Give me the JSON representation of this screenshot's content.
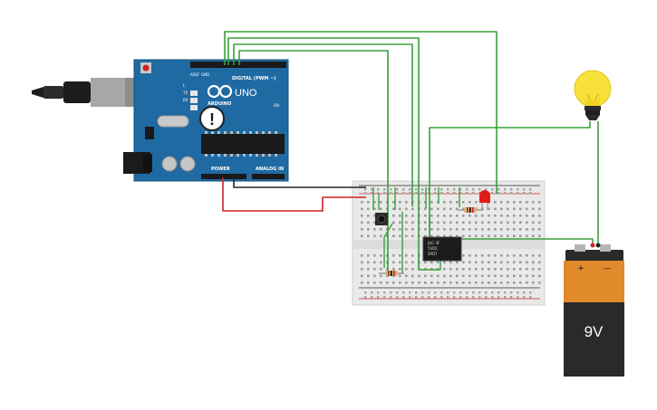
{
  "arduino": {
    "brand": "UNO",
    "logo_text": "ARDUINO",
    "digital_label": "DIGITAL (PWM ~)",
    "power_label": "POWER",
    "analog_label": "ANALOG IN",
    "warning_symbol": "!",
    "tx_label": "TX",
    "rx_label": "RX",
    "l_label": "L",
    "on_label": "ON",
    "aref_label": "AREF",
    "gnd_label": "GND"
  },
  "relay": {
    "line1": "JQC-3F",
    "line2": "5VDC",
    "line3": "SPDT"
  },
  "battery": {
    "voltage": "9V",
    "plus": "+",
    "minus": "—"
  },
  "colors": {
    "board": "#1f6aa3",
    "breadboard": "#e9e9e9",
    "wire_green": "#3aa03a",
    "wire_red": "#d32121",
    "wire_black": "#262626",
    "battery_orange": "#e08a2c",
    "battery_black": "#2a2a2a",
    "bulb": "#f7e13a"
  },
  "icons": {
    "usb": "usb-plug-icon",
    "bulb": "light-bulb-icon",
    "button": "push-button-icon"
  }
}
